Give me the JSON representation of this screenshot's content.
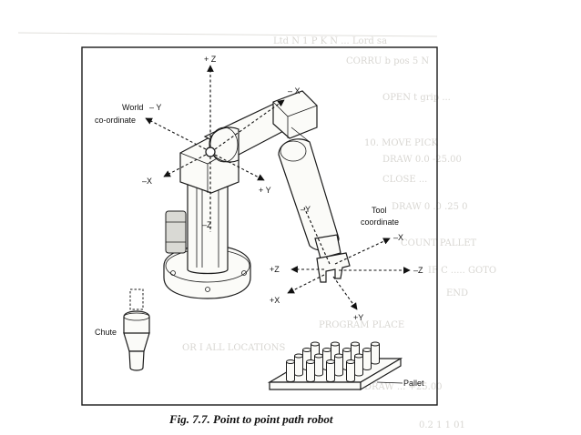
{
  "figure": {
    "caption": "Fig. 7.7. Point to point path robot"
  },
  "world_frame": {
    "label_line1": "World",
    "label_line2": "co-ordinate",
    "plus_z": "+ Z",
    "minus_z": "–Z",
    "plus_y": "+ Y",
    "minus_y": "– Y",
    "minus_x": "– X",
    "minus_x_left": "–X"
  },
  "tool_frame": {
    "label_line1": "Tool",
    "label_line2": "coordinate",
    "minus_x": "–X",
    "minus_y": "–Y",
    "minus_z": "–Z",
    "plus_z": "+Z",
    "plus_x": "+X",
    "plus_y": "+Y"
  },
  "parts": {
    "chute": "Chute",
    "pallet": "Pallet"
  },
  "colors": {
    "line": "#1a1a1a",
    "paper": "#ffffff",
    "bleed_through": "#b9b6ae"
  }
}
